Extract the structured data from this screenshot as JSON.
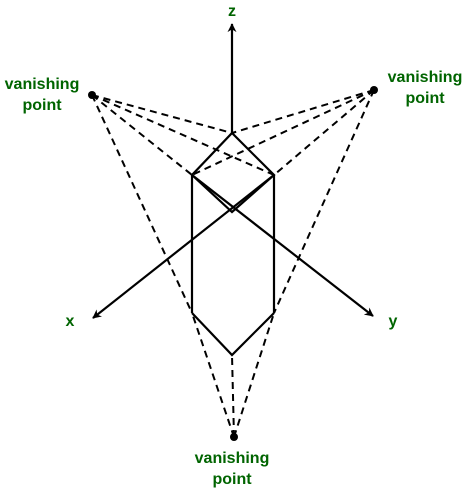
{
  "colors": {
    "line": "#000000",
    "label": "#006400"
  },
  "axes": {
    "z": "z",
    "x": "x",
    "y": "y"
  },
  "vanishing_points": {
    "left": {
      "line1": "vanishing",
      "line2": "point"
    },
    "right": {
      "line1": "vanishing",
      "line2": "point"
    },
    "bottom": {
      "line1": "vanishing",
      "line2": "point"
    }
  }
}
